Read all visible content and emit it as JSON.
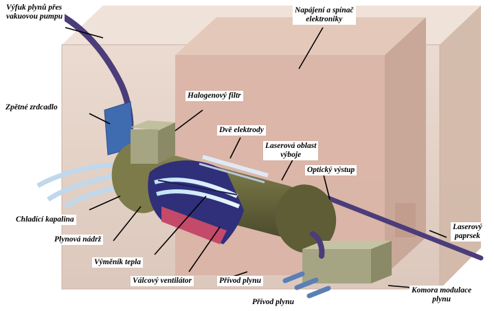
{
  "labels": {
    "exhaust_line1": "Výfuk plynů přes",
    "exhaust_line2": "vakuovou pumpu",
    "power_line1": "Napájení a spínač",
    "power_line2": "elektroniky",
    "halogen": "Halogenový filtr",
    "electrodes": "Dvě elektrody",
    "rear_mirror": "Zpětné zrdcadlo",
    "discharge_line1": "Laserová oblast",
    "discharge_line2": "výboje",
    "optical_output": "Optický výstup",
    "coolant": "Chladící kapalina",
    "laser_beam_line1": "Laserový",
    "laser_beam_line2": "paprsek",
    "gas_tank": "Plynová nádrž",
    "heat_exchanger": "Výměník tepla",
    "gas_inlet_1": "Přívod plynu",
    "fan": "Válcový ventilátor",
    "gas_inlet_2": "Přívod plynu",
    "modulation_line1": "Komora modulace",
    "modulation_line2": "plynu"
  },
  "colors": {
    "box_face": "#e0c8b8",
    "box_top": "#ecdcd0",
    "tube_body": "#6b6a3e",
    "tube_end": "#5e5d35",
    "gas_box": "#a5a584",
    "pipe": "#4b3c7a",
    "mirror": "#3f6bb0",
    "fan_red": "#c44a6a",
    "exchanger_blue": "#2f2f7a"
  }
}
